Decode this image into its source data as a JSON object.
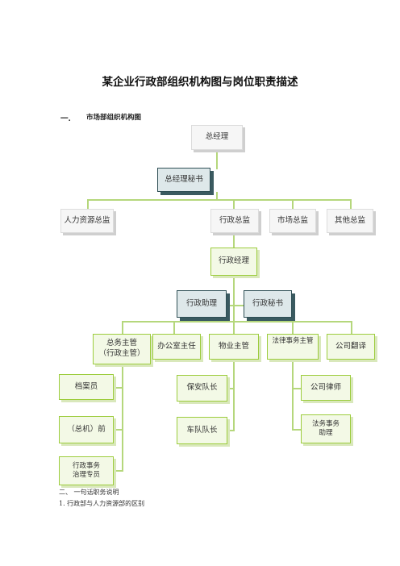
{
  "document": {
    "title": "某企业行政部组织机构图与岗位职责描述",
    "section1": {
      "number": "一.",
      "text": "市场部组织机构图"
    },
    "section2_line": "二、 一句话职务说明",
    "item1_line": "1.  行政部与人力资源部的区别"
  },
  "org_chart": {
    "general_manager": "总经理",
    "gm_secretary": "总经理秘书",
    "directors": [
      "人力资源总监",
      "行政总监",
      "市场总监",
      "其他总监"
    ],
    "admin_manager": "行政经理",
    "admin_assistant": "行政助理",
    "admin_secretary": "行政秘书",
    "supervisors": {
      "general_affairs": [
        "总务主管",
        "（行政主管）"
      ],
      "office_director": "办公室主任",
      "property": "物业主管",
      "legal_affairs": "法律事务主管",
      "translator": "公司翻译"
    },
    "staff": {
      "archivist": "档案员",
      "front_desk": "（总机）前",
      "admin_affairs": [
        "行政事务",
        "治理专员"
      ],
      "security_captain": "保安队长",
      "fleet_captain": "车队队长",
      "company_lawyer": "公司律师",
      "legal_assistant": [
        "法务事务",
        "助理"
      ]
    }
  }
}
